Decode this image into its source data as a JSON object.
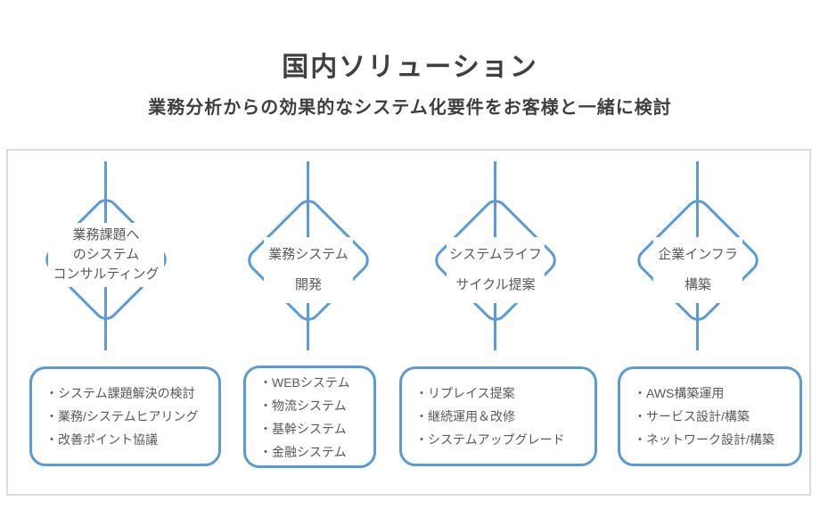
{
  "page": {
    "title": "国内ソリューション",
    "subtitle": "業務分析からの効果的なシステム化要件をお客様と一緒に検討"
  },
  "colors": {
    "shape_blue": "#5b9bd5",
    "frame_gray": "#dcdcdc",
    "body_text_gray": "#595959",
    "heading_gray": "#3f3f3f"
  },
  "columns": [
    {
      "diamond_lines": [
        "業務課題へ",
        "のシステム",
        "コンサルティング"
      ],
      "box_items": [
        "・システム課題解決の検討",
        "・業務/システムヒアリング",
        "・改善ポイント協議"
      ]
    },
    {
      "diamond_lines": [
        "業務システム",
        "開発"
      ],
      "box_items": [
        "・WEBシステム",
        "・物流システム",
        "・基幹システム",
        "・金融システム"
      ]
    },
    {
      "diamond_lines": [
        "システムライフ",
        "サイクル提案"
      ],
      "box_items": [
        "・リプレイス提案",
        "・継続運用＆改修",
        "・システムアップグレード"
      ]
    },
    {
      "diamond_lines": [
        "企業インフラ",
        "構築"
      ],
      "box_items": [
        "・AWS構築運用",
        "・サービス設計/構築",
        "・ネットワーク設計/構築"
      ]
    }
  ]
}
